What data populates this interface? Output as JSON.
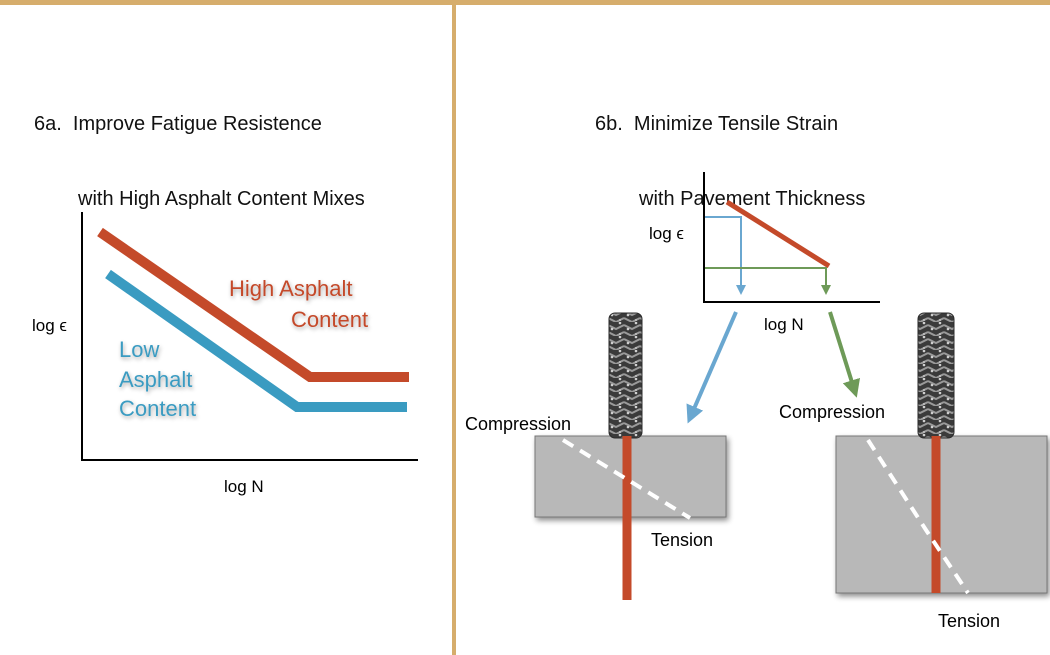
{
  "panel_a": {
    "title_line1": "6a.  Improve Fatigue Resistence",
    "title_line2": "with High Asphalt Content Mixes",
    "y_label": "log ϵ",
    "x_label": "log N",
    "high_label_line1": "High Asphalt",
    "high_label_line2": "Content",
    "low_label_line1": "Low",
    "low_label_line2": "Asphalt",
    "low_label_line3": "Content"
  },
  "panel_b": {
    "title_line1": "6b.  Minimize Tensile Strain",
    "title_line2": "with Pavement Thickness",
    "inset_y_label": "log ϵ",
    "inset_x_label": "log N",
    "thin": {
      "compression_label": "Compression",
      "tension_label": "Tension"
    },
    "thick": {
      "compression_label": "Compression",
      "tension_label": "Tension"
    }
  },
  "colors": {
    "accent_gold": "#d6ad6c",
    "high_asphalt": "#c44a2a",
    "low_asphalt": "#3a9bc1",
    "thin_path": "#6aa7d0",
    "thick_path": "#6e9a58",
    "pavement": "#b8b8b8"
  }
}
